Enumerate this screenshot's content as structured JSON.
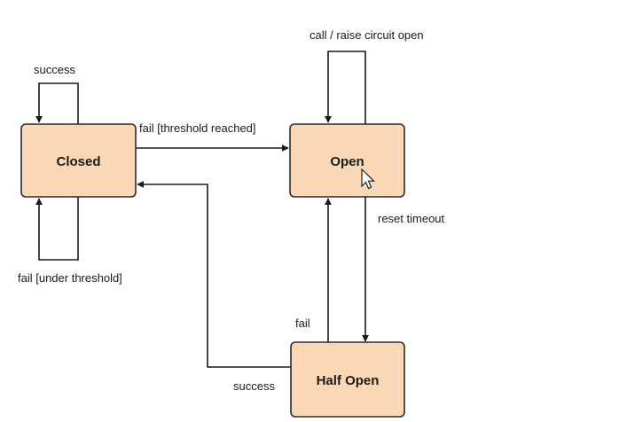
{
  "diagram": {
    "states": {
      "closed": "Closed",
      "open": "Open",
      "half_open": "Half Open"
    },
    "transitions": {
      "closed_self_top": "success",
      "closed_to_open": "fail [threshold reached]",
      "closed_self_bottom": "fail [under threshold]",
      "open_self": "call / raise circuit open",
      "open_to_half_open": "reset timeout",
      "half_open_to_open": "fail",
      "half_open_to_closed": "success"
    },
    "colors": {
      "state_fill": "#fbd8b5",
      "stroke": "#2b2b2b"
    },
    "icons": {
      "pointer": "mouse-pointer-icon"
    }
  }
}
